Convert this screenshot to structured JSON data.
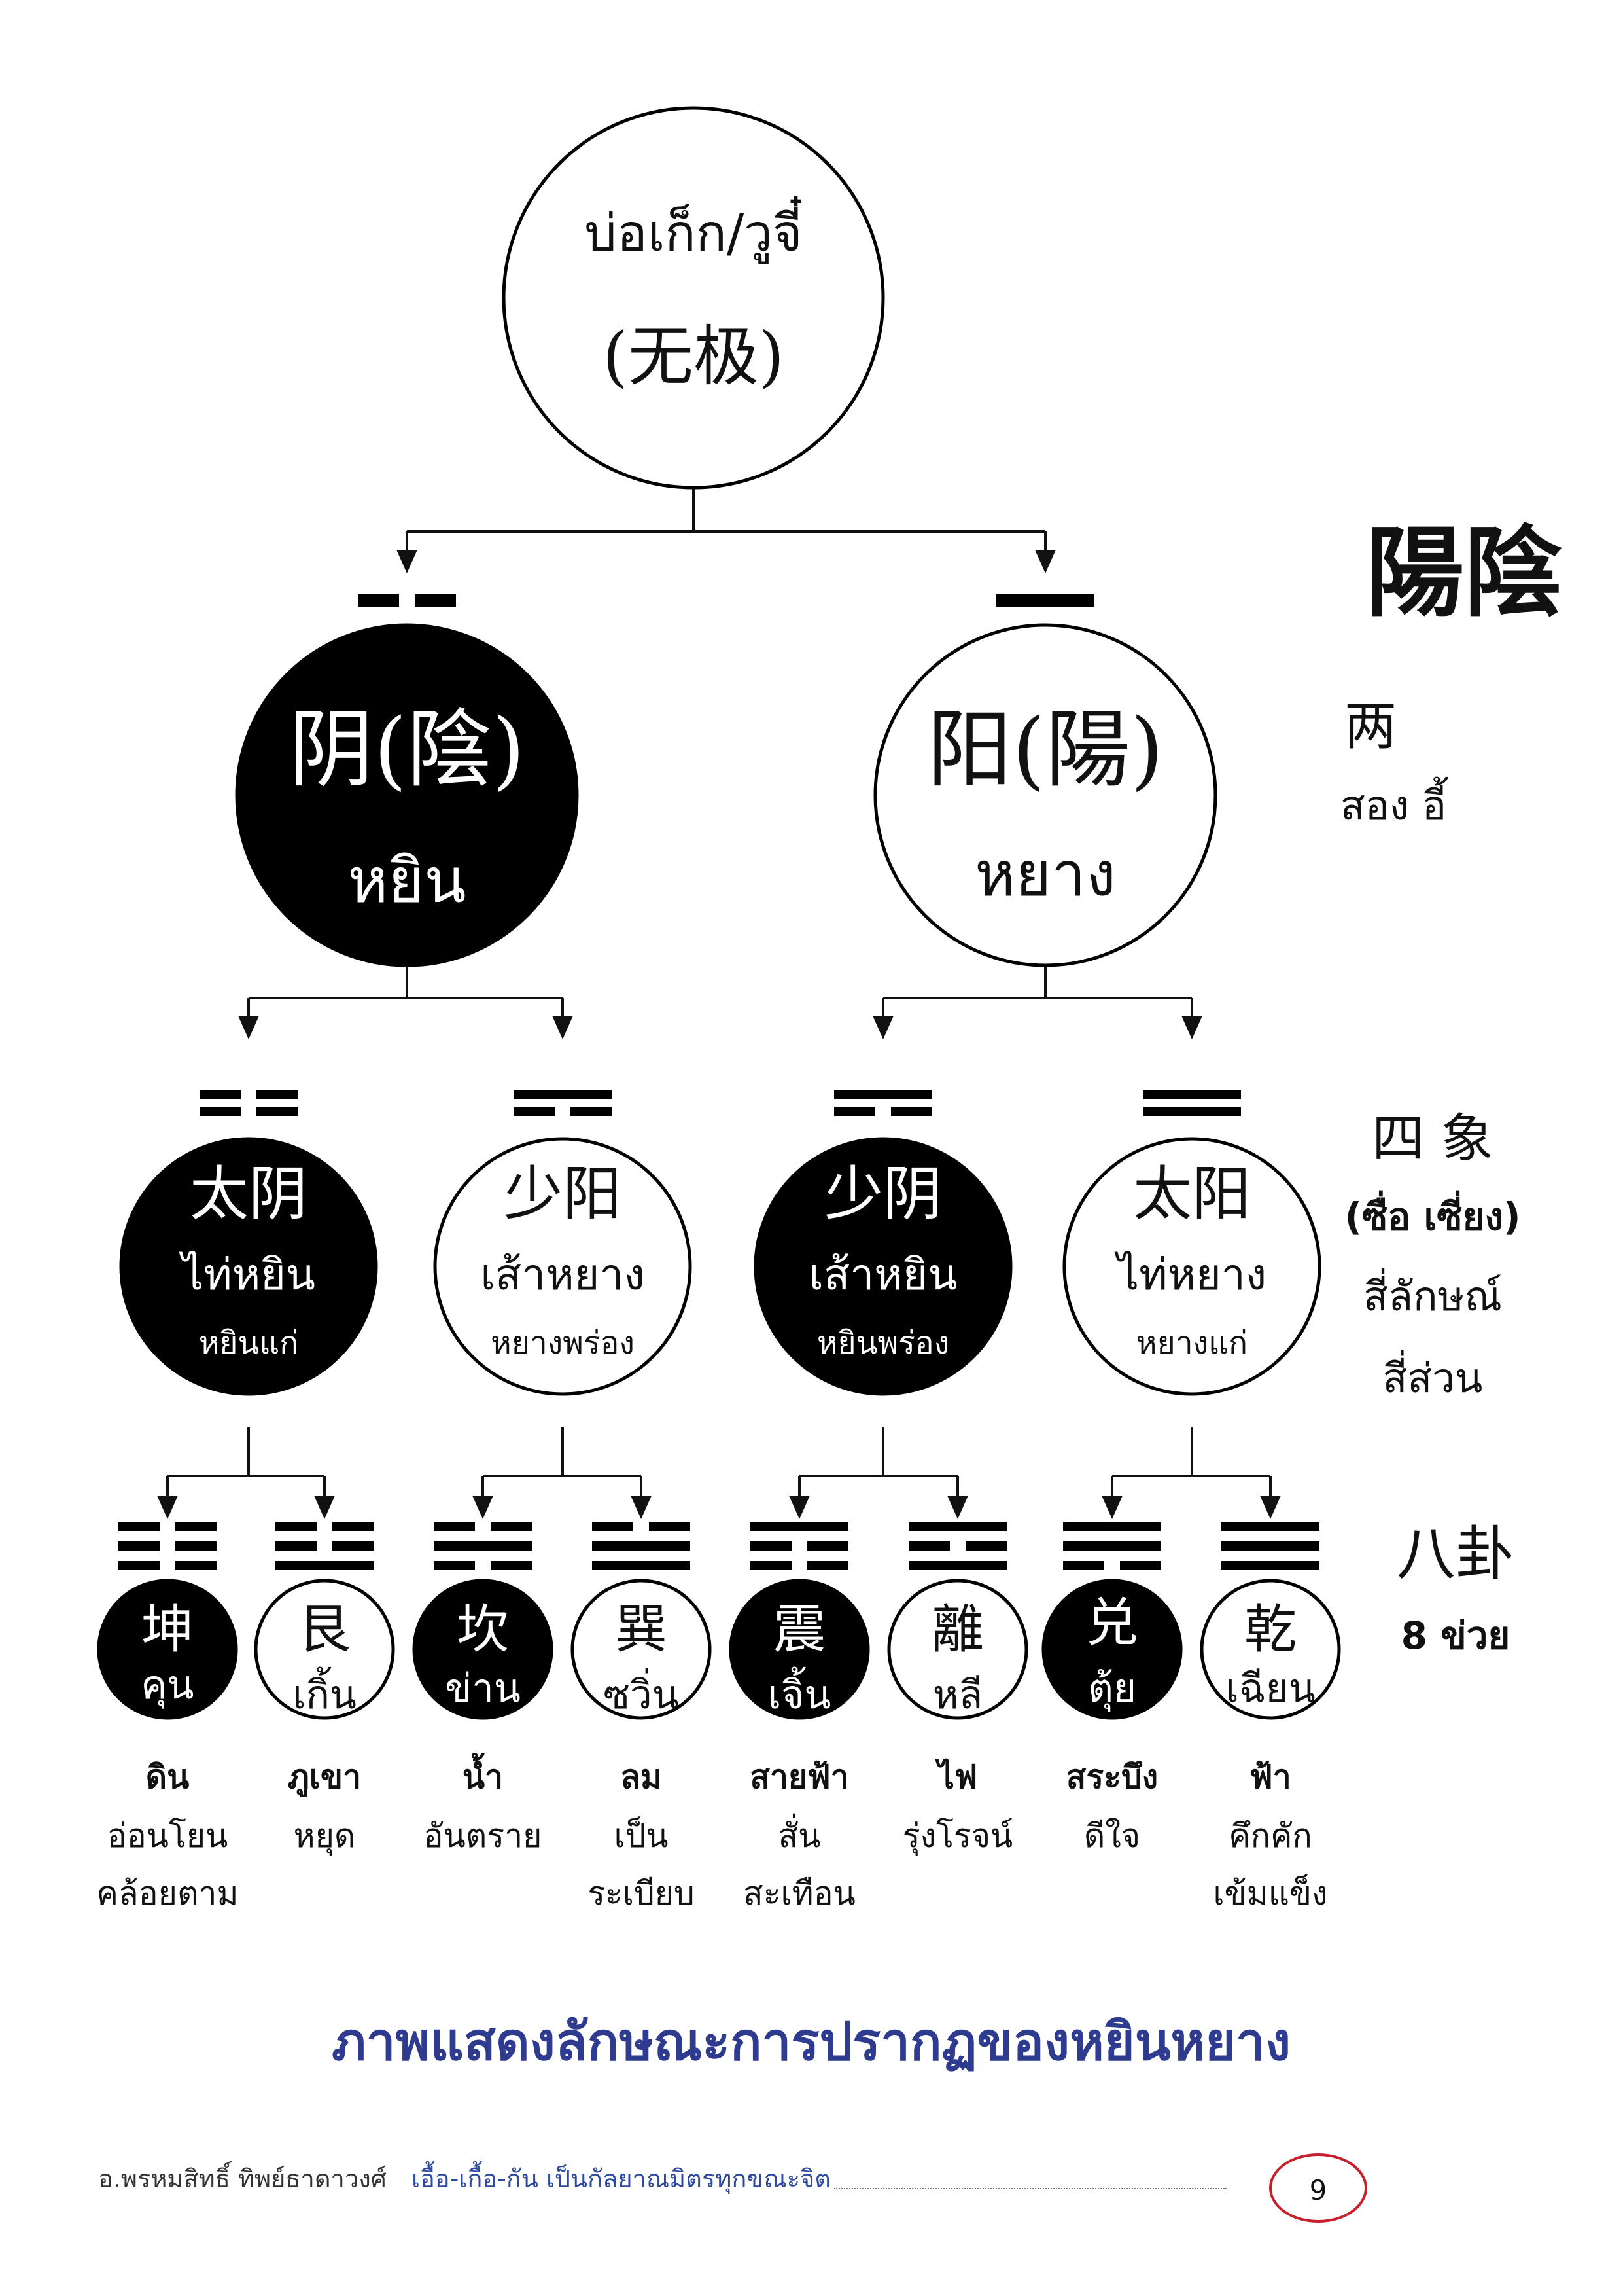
{
  "root": {
    "thai": "บ่อเก็ก/วูจี๋",
    "chinese": "(无极)"
  },
  "level1": [
    {
      "chinese": "阴(陰)",
      "thai": "หยิน",
      "filled": true,
      "lines": [
        "broken"
      ]
    },
    {
      "chinese": "阳(陽)",
      "thai": "หยาง",
      "filled": false,
      "lines": [
        "solid"
      ]
    }
  ],
  "level2": [
    {
      "chinese": "太阴",
      "thai": "ไท่หยิน",
      "meaning": "หยินแก่",
      "filled": true,
      "lines": [
        "broken",
        "broken"
      ]
    },
    {
      "chinese": "少阳",
      "thai": "เส้าหยาง",
      "meaning": "หยางพร่อง",
      "filled": false,
      "lines": [
        "broken",
        "solid"
      ]
    },
    {
      "chinese": "少阴",
      "thai": "เส้าหยิน",
      "meaning": "หยินพร่อง",
      "filled": true,
      "lines": [
        "broken",
        "solid"
      ]
    },
    {
      "chinese": "太阳",
      "thai": "ไท่หยาง",
      "meaning": "หยางแก่",
      "filled": false,
      "lines": [
        "solid",
        "solid"
      ]
    }
  ],
  "level3": [
    {
      "chinese": "坤",
      "thai": "คุน",
      "element": "ดิน",
      "desc": [
        "อ่อนโยน",
        "คล้อยตาม"
      ],
      "filled": true,
      "lines": [
        "broken",
        "broken",
        "broken"
      ]
    },
    {
      "chinese": "艮",
      "thai": "เกิ้น",
      "element": "ภูเขา",
      "desc": [
        "หยุด"
      ],
      "filled": false,
      "lines": [
        "solid",
        "broken",
        "broken"
      ]
    },
    {
      "chinese": "坎",
      "thai": "ข่าน",
      "element": "น้ำ",
      "desc": [
        "อันตราย"
      ],
      "filled": true,
      "lines": [
        "broken",
        "solid",
        "broken"
      ]
    },
    {
      "chinese": "巽",
      "thai": "ซวิ่น",
      "element": "ลม",
      "desc": [
        "เป็น",
        "ระเบียบ"
      ],
      "filled": false,
      "lines": [
        "solid",
        "solid",
        "broken"
      ]
    },
    {
      "chinese": "震",
      "thai": "เจิ้น",
      "element": "สายฟ้า",
      "desc": [
        "สั่น",
        "สะเทือน"
      ],
      "filled": true,
      "lines": [
        "broken",
        "broken",
        "solid"
      ]
    },
    {
      "chinese": "離",
      "thai": "หลี",
      "element": "ไฟ",
      "desc": [
        "รุ่งโรจน์"
      ],
      "filled": false,
      "lines": [
        "solid",
        "broken",
        "solid"
      ]
    },
    {
      "chinese": "兑",
      "thai": "ตุ้ย",
      "element": "สระบึง",
      "desc": [
        "ดีใจ"
      ],
      "filled": true,
      "lines": [
        "broken",
        "solid",
        "solid"
      ]
    },
    {
      "chinese": "乾",
      "thai": "เฉียน",
      "element": "ฟ้า",
      "desc": [
        "คึกคัก",
        "เข้มแข็ง"
      ],
      "filled": false,
      "lines": [
        "solid",
        "solid",
        "solid"
      ]
    }
  ],
  "side": {
    "yinyang": "陽陰",
    "two_cn": "两",
    "two_th": "สอง อี้",
    "four_cn": "四 象",
    "four_th": "(ซื่อ เซี่ยง)",
    "four_desc1": "สี่ลักษณ์",
    "four_desc2": "สี่ส่วน",
    "eight_cn": "八卦",
    "eight_th": "8 ข่วย"
  },
  "caption": "ภาพแสดงลักษณะการปรากฏของหยินหยาง",
  "footer": {
    "author": "อ.พรหมสิทธิ์ ทิพย์ธาดาวงศ์",
    "motto": "เอื้อ-เกื้อ-กัน เป็นกัลยาณมิตรทุกขณะจิต",
    "page": "9"
  }
}
